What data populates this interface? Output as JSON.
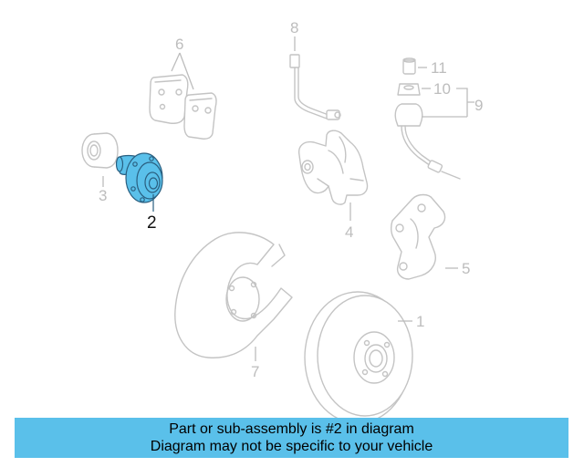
{
  "diagram": {
    "callouts": {
      "c1": "1",
      "c2": "2",
      "c3": "3",
      "c4": "4",
      "c5": "5",
      "c6": "6",
      "c7": "7",
      "c8": "8",
      "c9": "9",
      "c10": "10",
      "c11": "11"
    },
    "highlighted_part": "2",
    "highlight_color": "#5ac0ea",
    "part_line_color": "#c4c4c4"
  },
  "banner": {
    "line1": "Part or sub-assembly is #2 in diagram",
    "line2": "Diagram may not be specific to your vehicle",
    "background": "#5ac0ea"
  }
}
